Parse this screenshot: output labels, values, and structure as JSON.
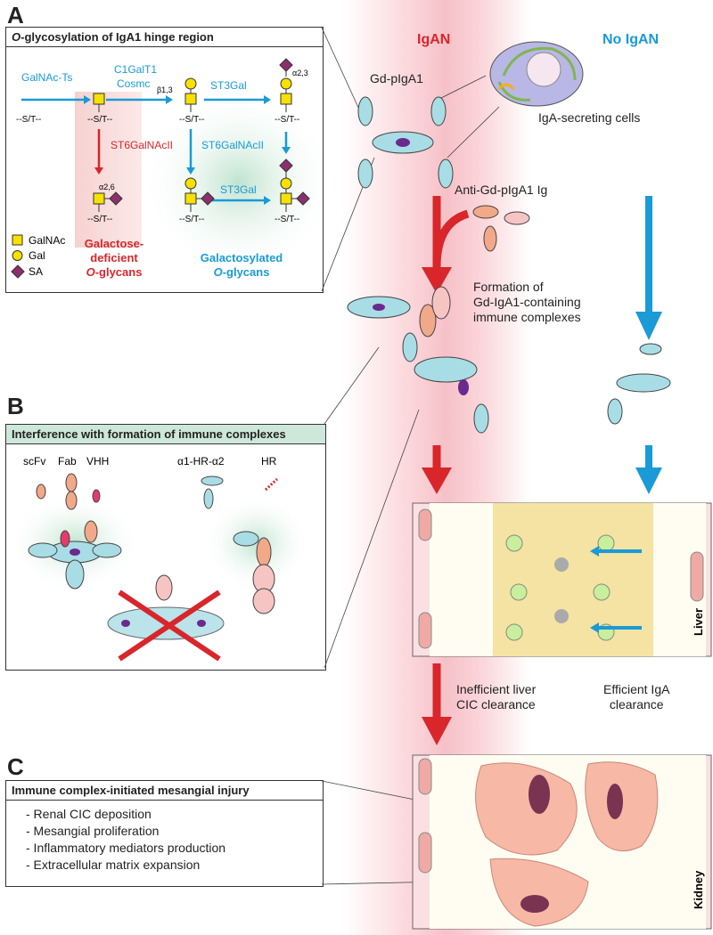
{
  "panels": {
    "a": "A",
    "b": "B",
    "c": "C"
  },
  "panel_a": {
    "title_italic": "O",
    "title_rest": "-glycosylation of IgA1 hinge region",
    "enzymes": {
      "galnac_ts": "GalNAc-Ts",
      "c1galt1": "C1GalT1",
      "cosmc": "Cosmc",
      "st3gal_top": "ST3Gal",
      "st6galnacii_red": "ST6GalNAcII",
      "st6galnacii_blue": "ST6GalNAcII",
      "st3gal_bottom": "ST3Gal"
    },
    "linkages": {
      "b13": "β1,3",
      "a23": "α2,3",
      "a26": "α2,6"
    },
    "site": "--S/T--",
    "legend": {
      "galnac": "GalNAc",
      "gal": "Gal",
      "sa": "SA"
    },
    "deficient_line1": "Galactose-",
    "deficient_line2": "deficient",
    "deficient_line3_italic": "O",
    "deficient_line3_rest": "-glycans",
    "galactosylated_line1": "Galactosylated",
    "galactosylated_line2_italic": "O",
    "galactosylated_line2_rest": "-glycans"
  },
  "panel_b": {
    "title": "Interference with formation of immune complexes",
    "labels": {
      "scfv": "scFv",
      "fab": "Fab",
      "vhh": "VHH",
      "a1hra2": "α1-HR-α2",
      "hr": "HR"
    }
  },
  "panel_c": {
    "title": "Immune complex-initiated mesangial injury",
    "items": [
      "- Renal CIC deposition",
      "- Mesangial proliferation",
      "- Inflammatory mediators production",
      "- Extracellular matrix expansion"
    ]
  },
  "flow": {
    "igan": "IgAN",
    "no_igan": "No IgAN",
    "gd_piga1": "Gd-pIgA1",
    "iga_secreting": "IgA-secreting cells",
    "anti_gd": "Anti-Gd-pIgA1 Ig",
    "formation_1": "Formation of",
    "formation_2": "Gd-IgA1-containing",
    "formation_3": "immune complexes",
    "inefficient_1": "Inefficient liver",
    "inefficient_2": "CIC clearance",
    "efficient_1": "Efficient IgA",
    "efficient_2": "clearance",
    "liver": "Liver",
    "kidney": "Kidney"
  },
  "colors": {
    "red": "#d8262b",
    "blue": "#1a9ad6",
    "liver_yellow": "#f4e3a2",
    "pink_band": "#f7c9cf",
    "galnac_yellow": "#f7e100",
    "sa_purple": "#8b2f6e"
  }
}
